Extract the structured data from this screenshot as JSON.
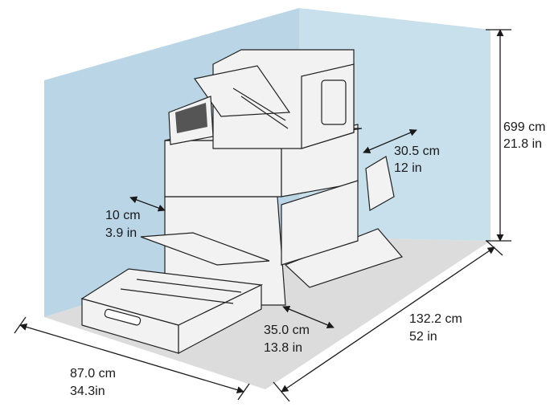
{
  "diagram": {
    "colors": {
      "wall": "#b9d5e6",
      "wall_right": "#c8dfec",
      "floor": "#dcdcdc",
      "machine_body": "#f2f2f2",
      "machine_line": "#222222",
      "screen": "#555555",
      "text": "#1a1a1a"
    },
    "dimensions": {
      "height": {
        "metric": "699 cm",
        "imperial": "21.8 in"
      },
      "right_clearance": {
        "metric": "30.5 cm",
        "imperial": "12 in"
      },
      "left_clearance": {
        "metric": "10 cm",
        "imperial": "3.9 in"
      },
      "front_clearance": {
        "metric": "35.0 cm",
        "imperial": "13.8 in"
      },
      "total_depth": {
        "metric": "132.2 cm",
        "imperial": "52 in"
      },
      "total_width": {
        "metric": "87.0 cm",
        "imperial": "34.3in"
      }
    }
  }
}
